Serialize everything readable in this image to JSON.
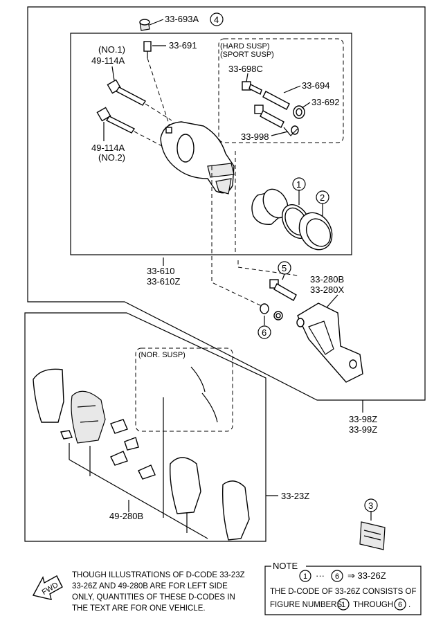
{
  "labels": {
    "p33_693A": "33-693A",
    "p33_693A_circle": "4",
    "p33_691": "33-691",
    "no1": "(NO.1)",
    "p49_114A_top": "49-114A",
    "p49_114A_bot": "49-114A",
    "no2": "(NO.2)",
    "hard_susp": "(HARD SUSP)",
    "sport_susp": "(SPORT SUSP)",
    "p33_698C": "33-698C",
    "p33_694": "33-694",
    "p33_692": "33-692",
    "p33_998": "33-998",
    "c1": "1",
    "c2": "2",
    "c5": "5",
    "c6": "6",
    "c3": "3",
    "p33_610": "33-610",
    "p33_610Z": "33-610Z",
    "p33_280B": "33-280B",
    "p33_280X": "33-280X",
    "p33_98Z": "33-98Z",
    "p33_99Z": "33-99Z",
    "nor_susp": "(NOR. SUSP)",
    "p33_23Z": "33-23Z",
    "p49_280B": "49-280B",
    "fwd": "FWD"
  },
  "notice": {
    "line1": "THOUGH ILLUSTRATIONS OF D-CODE 33-23Z",
    "line2": "33-26Z    AND  49-280B  ARE FOR LEFT SIDE",
    "line3": "ONLY, QUANTITIES OF THESE D-CODES IN",
    "line4": "THE TEXT ARE FOR ONE VEHICLE."
  },
  "note": {
    "title": "NOTE",
    "c_from": "1",
    "dots": "···",
    "c_to": "6",
    "arrow_code": "⇒ 33-26Z",
    "line2": "THE D-CODE OF   33-26Z   CONSISTS OF",
    "line3a": "FIGURE NUMBERS",
    "c_a": "1",
    "line3b": "THROUGH",
    "c_b": "6",
    "period": "."
  }
}
